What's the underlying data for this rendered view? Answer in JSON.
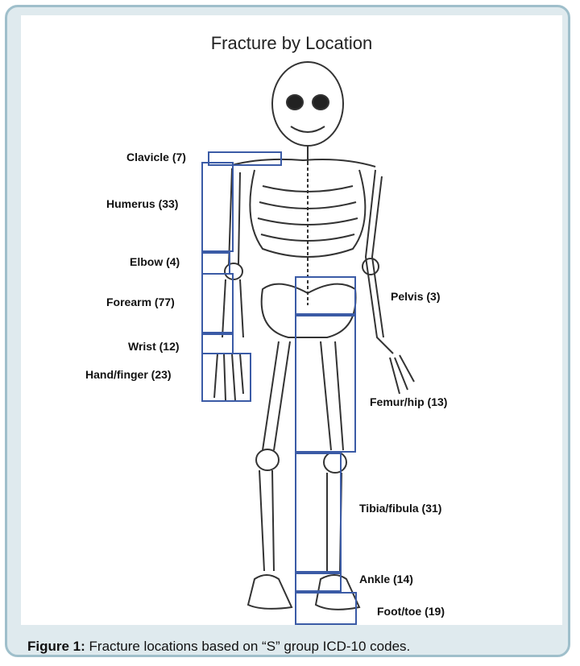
{
  "title": "Fracture by Location",
  "accent_color": "#3b5ba6",
  "labels": {
    "clavicle": "Clavicle (7)",
    "humerus": "Humerus (33)",
    "elbow": "Elbow (4)",
    "forearm": "Forearm (77)",
    "wrist": "Wrist (12)",
    "hand_finger": "Hand/finger (23)",
    "pelvis": "Pelvis (3)",
    "femur_hip": "Femur/hip (13)",
    "tibia_fibula": "Tibia/fibula (31)",
    "ankle": "Ankle (14)",
    "foot_toe": "Foot/toe (19)"
  },
  "caption": {
    "prefix": "Figure 1:",
    "text": " Fracture locations based on “S” group ICD-10 codes."
  }
}
